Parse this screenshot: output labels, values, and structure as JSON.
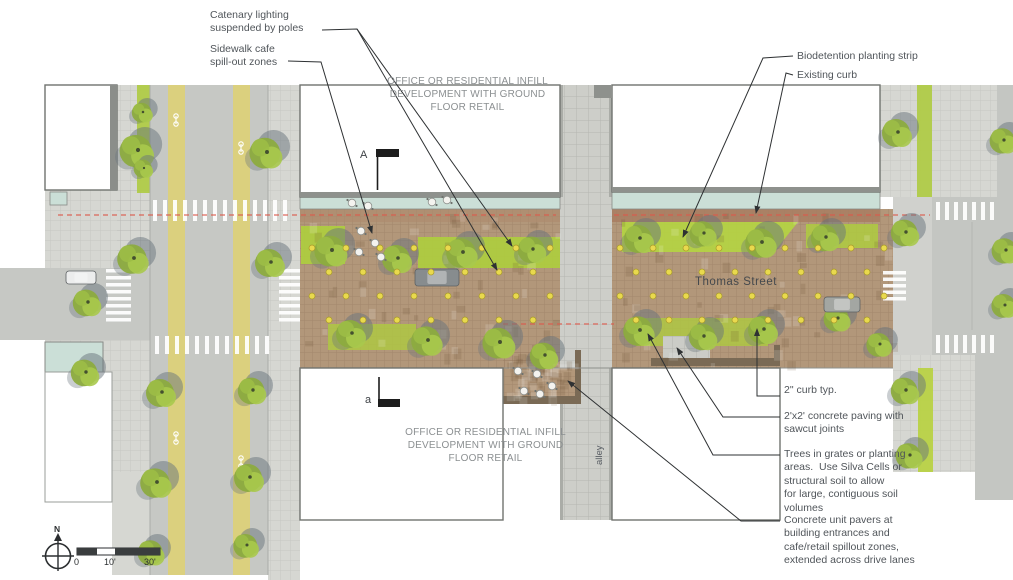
{
  "plan_labels": {
    "street_name": "Thomas Street",
    "alley": "alley"
  },
  "callouts": {
    "catenary_lighting": "Catenary lighting\nsuspended by poles",
    "sidewalk_cafe": "Sidewalk cafe\nspill-out zones",
    "office_infill_top": "OFFICE OR RESIDENTIAL INFILL\nDEVELOPMENT WITH GROUND\nFLOOR RETAIL",
    "biodetention": "Biodetention planting strip",
    "existing_curb": "Existing curb",
    "curb_typical": "2\" curb typ.",
    "concrete_paving": "2'x2' concrete paving with\nsawcut joints",
    "trees_in_grates": "Trees in grates or planting\nareas.  Use Silva Cells or\nstructural soil to allow\nfor large, contiguous soil\nvolumes",
    "concrete_unit_pavers": "Concrete unit pavers at\nbuilding entrances and\ncafe/retail spillout zones,\nextended across drive lanes",
    "office_infill_bottom": "OFFICE OR RESIDENTIAL INFILL\nDEVELOPMENT WITH GROUND\nFLOOR RETAIL"
  },
  "section_markers": {
    "upper": "A",
    "lower": "a"
  },
  "compass": {
    "label": "N"
  },
  "scale_bar": {
    "start": "0",
    "mid": "10'",
    "end": "30'"
  },
  "colors": {
    "paver_brown": "#b2977a",
    "paver_band_red": "#a87c62",
    "planting_lime": "#aecb40",
    "biodetention_seafoam": "#cbdfd7",
    "road_gray": "#c6c8c4",
    "sidewalk_gray": "#d6d7d2",
    "bike_lane_yellow": "#dbd07e",
    "alley_concrete": "#cdcec9",
    "red_dashed_line": "#dc5a4c",
    "catenary_light_yellow": "#e9d94d",
    "curb_dark_brown": "#7a6a55",
    "tree_green": "#8cab3f",
    "tree_shadow": "#67737b",
    "leader_line": "#2e3133"
  }
}
